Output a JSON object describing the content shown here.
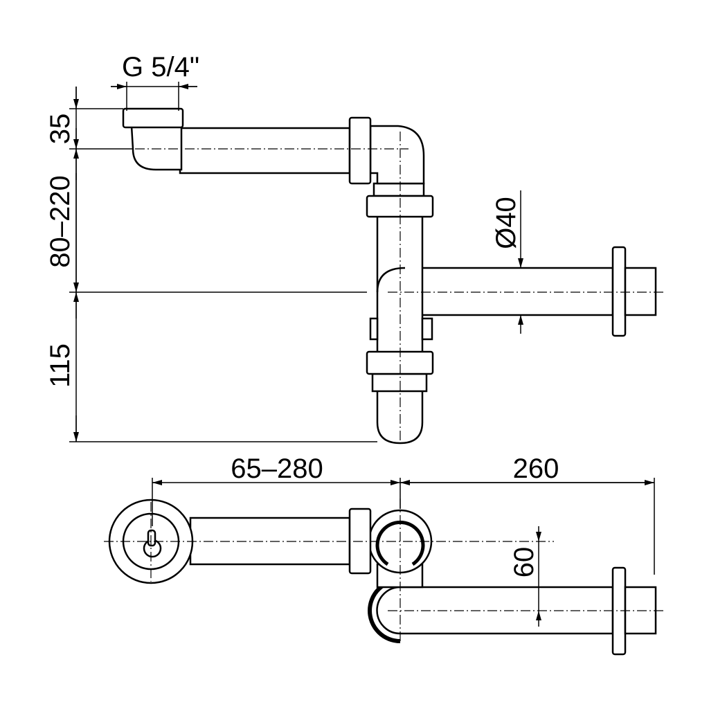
{
  "dimensions": {
    "thread": "G 5/4\"",
    "inlet_height": "35",
    "adjustable_height": "80–220",
    "trap_depth": "115",
    "outlet_diameter": "Ø40",
    "adjustable_length": "65–280",
    "outlet_length": "260",
    "offset": "60"
  }
}
